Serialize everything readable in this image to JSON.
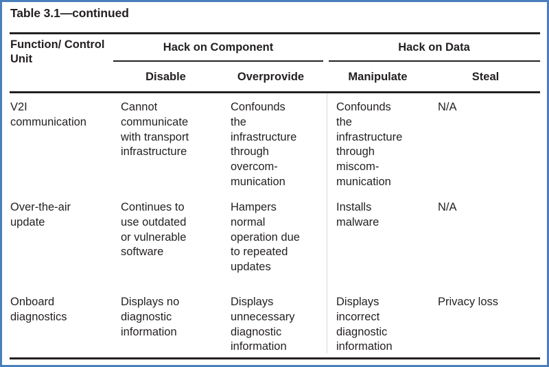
{
  "title": "Table 3.1—continued",
  "header": {
    "stub": "Function/\nControl Unit",
    "groups": [
      {
        "label": "Hack on Component"
      },
      {
        "label": "Hack on Data"
      }
    ],
    "subcolumns": [
      "Disable",
      "Overprovide",
      "Manipulate",
      "Steal"
    ]
  },
  "rows": [
    {
      "function": "V2I\ncommunication",
      "disable": "Cannot\ncommunicate\nwith transport\ninfrastructure",
      "overprovide": "Confounds\nthe\ninfrastructure\nthrough\novercom-\nmunication",
      "manipulate": "Confounds\nthe\ninfrastructure\nthrough\nmiscom-\nmunication",
      "steal": "N/A"
    },
    {
      "function": "Over-the-air\nupdate",
      "disable": "Continues to\nuse outdated\nor vulnerable\nsoftware",
      "overprovide": "Hampers\nnormal\noperation due\nto repeated\nupdates",
      "manipulate": "Installs\nmalware",
      "steal": "N/A"
    },
    {
      "function": "Onboard\ndiagnostics",
      "disable": "Displays no\ndiagnostic\ninformation",
      "overprovide": "Displays\nunnecessary\ndiagnostic\ninformation",
      "manipulate": "Displays\nincorrect\ndiagnostic\ninformation",
      "steal": "Privacy loss"
    }
  ],
  "colors": {
    "frame": "#4a7ebb",
    "rule": "#231f20",
    "text": "#231f20",
    "background": "#ffffff"
  }
}
